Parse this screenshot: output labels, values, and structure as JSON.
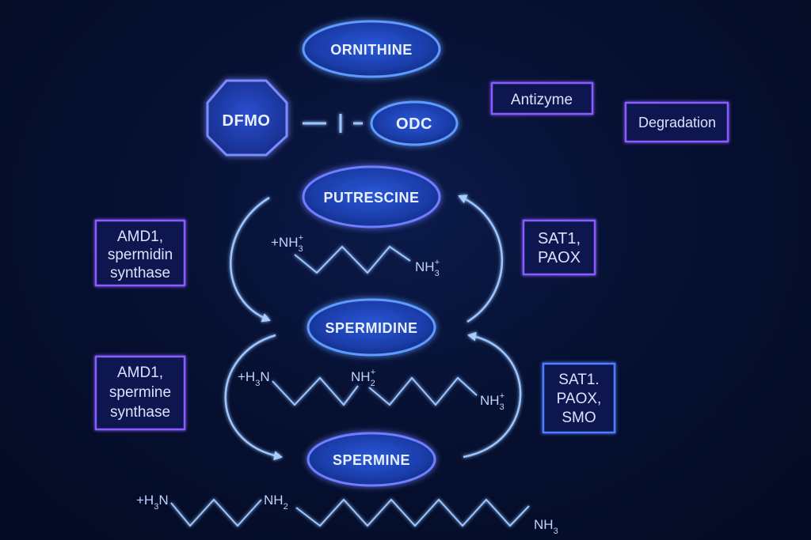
{
  "nodes": {
    "ornithine": "ORNITHINE",
    "putrescine": "PUTRESCINE",
    "spermidine": "SPERMIDINE",
    "spermine": "SPERMINE",
    "odc": "ODC",
    "dfmo": "DFMO"
  },
  "boxes": {
    "antizyme": "Antizyme",
    "degradation": "Degradation",
    "amd1_spermidin": [
      "AMD1,",
      "spermidin",
      "synthase"
    ],
    "amd1_spermine": [
      "AMD1,",
      "spermine",
      "synthase"
    ],
    "sat1_paox": [
      "SAT1,",
      "PAOX"
    ],
    "sat1_paox_smo": [
      "SAT1.",
      "PAOX,",
      "SMO"
    ]
  },
  "chem": {
    "putrescine": {
      "left": "+NH",
      "left_sub": "3",
      "left_sup": "+",
      "right": "NH",
      "right_sub": "3",
      "right_sup": "+"
    },
    "spermidine": {
      "left": "+H",
      "left_sub": "3",
      "left_tail": "N",
      "mid": "NH",
      "mid_sub": "2",
      "mid_sup": "+",
      "right": "NH",
      "right_sub": "3",
      "right_sup": "+"
    },
    "spermine": {
      "left": "+H",
      "left_sub": "3",
      "left_tail": "N",
      "mid": "NH",
      "mid_sub": "2",
      "right": "NH",
      "right_sub": "3"
    }
  },
  "colors": {
    "background": "#061031",
    "glow_blue": "#3d7bff",
    "ellipse_fill": "#1b3fb0",
    "arrow": "#9cc6ff",
    "box_stroke_purple": "#8a5cff",
    "box_stroke_blue": "#4f7dff"
  }
}
